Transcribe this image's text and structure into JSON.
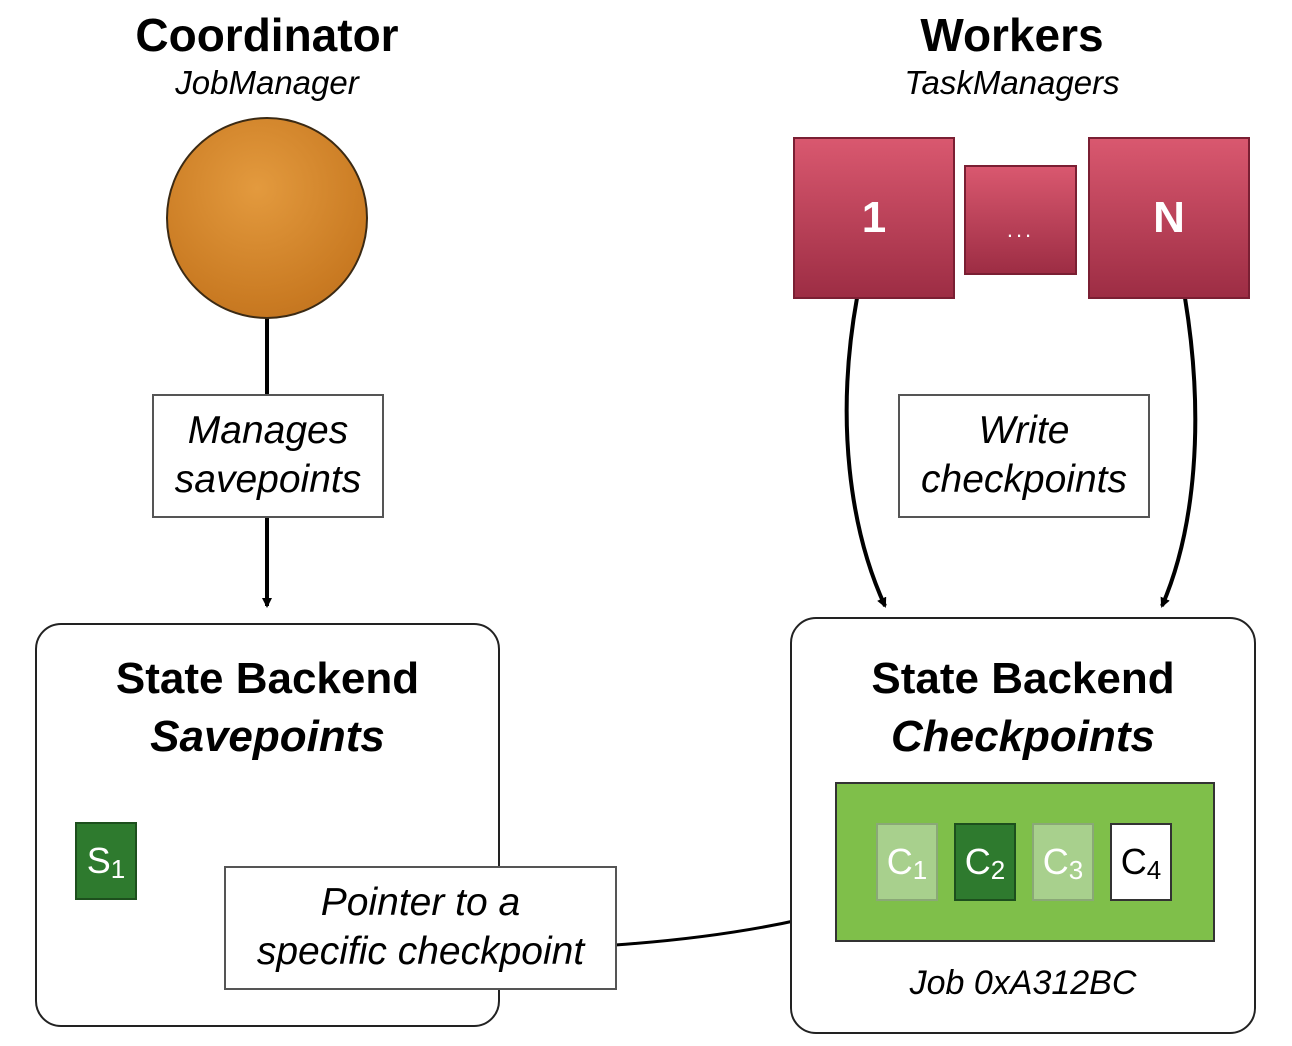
{
  "coordinator": {
    "title": "Coordinator",
    "subtitle": "JobManager"
  },
  "workers": {
    "title": "Workers",
    "subtitle": "TaskManagers",
    "items": [
      {
        "label": "1"
      },
      {
        "label": "..."
      },
      {
        "label": "N"
      }
    ]
  },
  "edges": {
    "manages_line1": "Manages",
    "manages_line2": "savepoints",
    "write_line1": "Write",
    "write_line2": "checkpoints",
    "pointer_line1": "Pointer to a",
    "pointer_line2": "specific checkpoint"
  },
  "savepoints_backend": {
    "title": "State Backend",
    "subtitle": "Savepoints",
    "savepoint": {
      "letter": "S",
      "index": "1"
    }
  },
  "checkpoints_backend": {
    "title": "State Backend",
    "subtitle": "Checkpoints",
    "job_label": "Job 0xA312BC",
    "checkpoints": [
      {
        "letter": "C",
        "index": "1"
      },
      {
        "letter": "C",
        "index": "2"
      },
      {
        "letter": "C",
        "index": "3"
      },
      {
        "letter": "C",
        "index": "4"
      }
    ]
  },
  "colors": {
    "coordinator_fill": "#d4872d",
    "worker_fill": "#c4455e",
    "checkpoint_group": "#7fbf4a",
    "active_green": "#2e7a2e",
    "faded_green": "#a8d08d"
  }
}
